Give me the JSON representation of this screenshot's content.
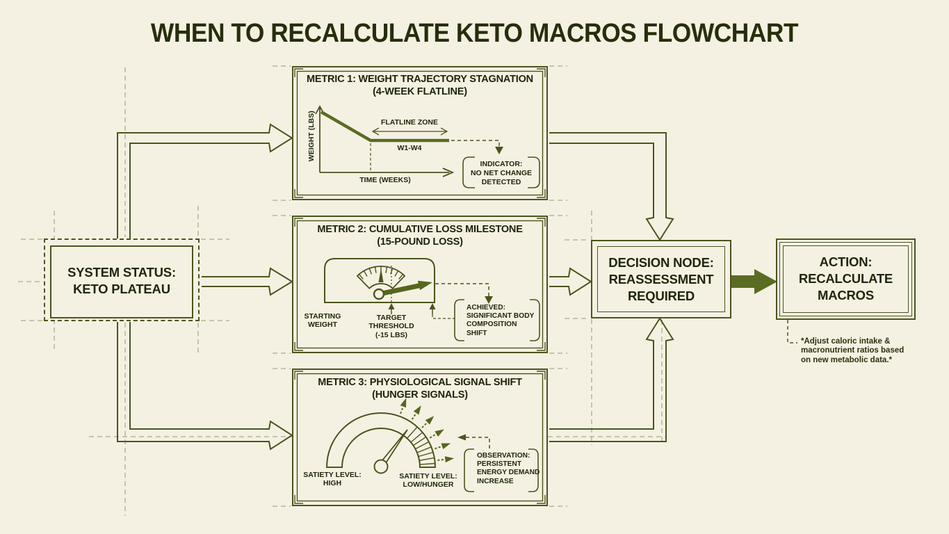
{
  "title": "WHEN TO RECALCULATE KETO MACROS FLOWCHART",
  "colors": {
    "background": "#f5f1e2",
    "line": "#4b541e",
    "accent_fill": "#5a6c22",
    "text": "#20260b",
    "guide": "#a9aa8e"
  },
  "system": {
    "label": "SYSTEM STATUS:\nKETO PLATEAU"
  },
  "metric1": {
    "title": "METRIC 1: WEIGHT TRAJECTORY STAGNATION\n(4-WEEK FLATLINE)",
    "y_axis_label": "WEIGHT (LBS)",
    "x_axis_label": "TIME (WEEKS)",
    "zone_label": "FLATLINE ZONE",
    "range_label": "W1-W4",
    "indicator": "INDICATOR:\nNO NET CHANGE\nDETECTED"
  },
  "metric2": {
    "title": "METRIC 2: CUMULATIVE LOSS MILESTONE\n(15-POUND LOSS)",
    "start_label": "STARTING\nWEIGHT",
    "target_label": "TARGET\nTHRESHOLD\n(-15 LBS)",
    "indicator": "ACHIEVED:\nSIGNIFICANT BODY\nCOMPOSITION\nSHIFT"
  },
  "metric3": {
    "title": "METRIC 3: PHYSIOLOGICAL SIGNAL SHIFT\n(HUNGER SIGNALS)",
    "high_label": "SATIETY LEVEL:\nHIGH",
    "low_label": "SATIETY LEVEL:\nLOW/HUNGER",
    "indicator": "OBSERVATION:\nPERSISTENT\nENERGY DEMAND\nINCREASE"
  },
  "decision": {
    "label": "DECISION NODE:\nREASSESSMENT\nREQUIRED"
  },
  "action": {
    "label": "ACTION:\nRECALCULATE\nMACROS",
    "footnote": "*Adjust caloric intake &\nmacronutrient ratios based\non new metabolic data.*"
  }
}
